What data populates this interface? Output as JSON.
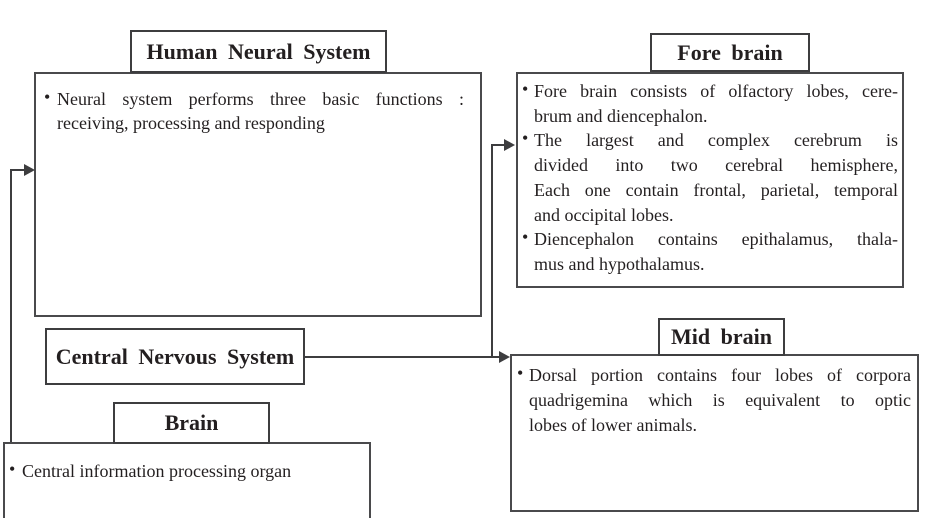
{
  "diagram_title": "Human Neural System concept map",
  "colors": {
    "background": "#ffffff",
    "line": "#3d3d3f",
    "text": "#231f20"
  },
  "bullet_glyph": "•",
  "boxes": {
    "human_neural_system": {
      "title": "Human Neural System",
      "items": [
        {
          "lines": [
            "Neural system performs three basic functions :",
            "receiving, processing and responding"
          ]
        }
      ]
    },
    "central_nervous_system": {
      "title": "Central Nervous System"
    },
    "brain": {
      "title": "Brain",
      "items": [
        {
          "lines": [
            "Central information processing organ"
          ]
        }
      ]
    },
    "fore_brain": {
      "title": "Fore brain",
      "items": [
        {
          "lines": [
            "Fore brain consists of olfactory lobes, cere-",
            "brum and diencephalon."
          ]
        },
        {
          "lines": [
            "The largest and complex cerebrum is",
            "divided into two cerebral hemisphere,",
            "Each one contain frontal, parietal, temporal",
            "and occipital lobes."
          ]
        },
        {
          "lines": [
            "Diencephalon contains epithalamus, thala-",
            "mus and hypothalamus."
          ]
        }
      ]
    },
    "mid_brain": {
      "title": "Mid brain",
      "items": [
        {
          "lines": [
            "Dorsal portion contains four lobes of corpora",
            "quadrigemina which is equivalent to optic",
            "lobes of lower animals."
          ]
        }
      ]
    }
  }
}
